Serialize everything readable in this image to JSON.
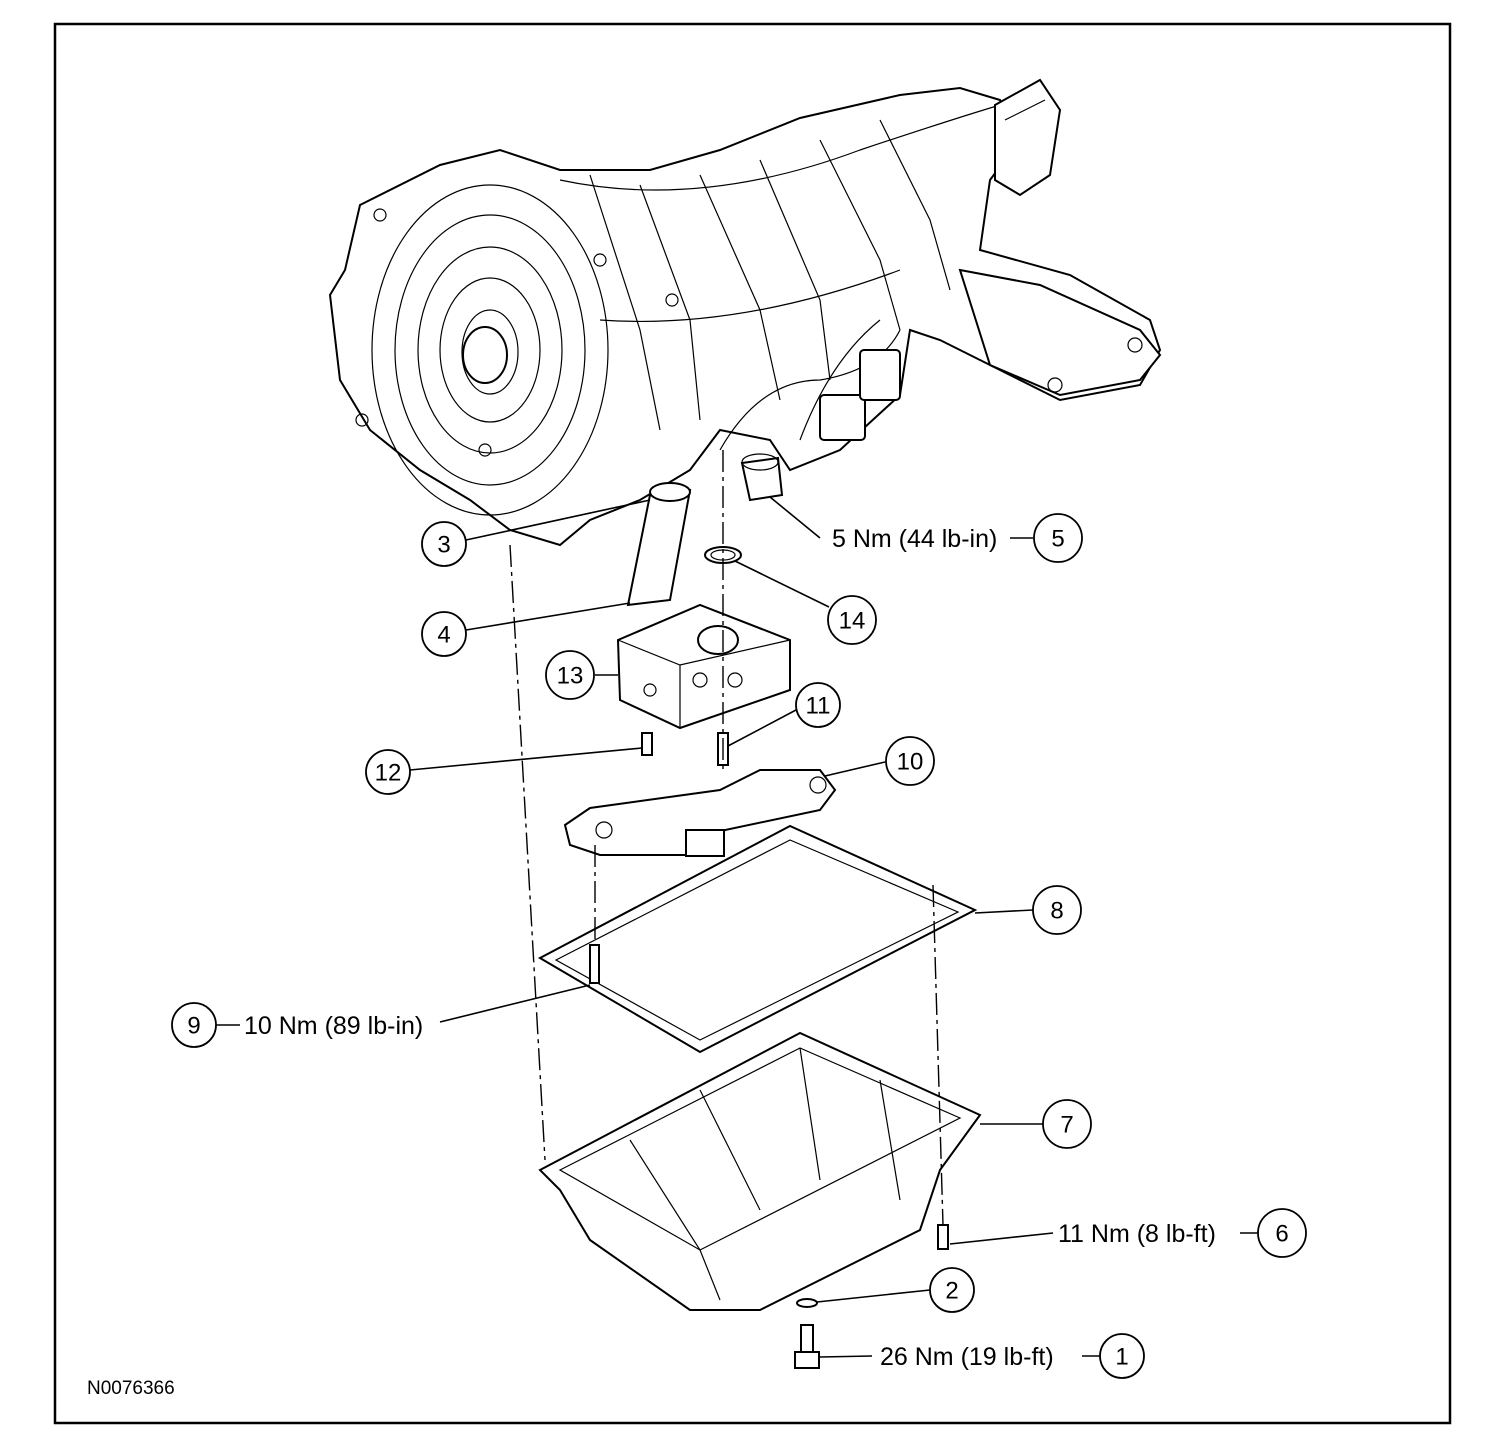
{
  "figure_code": "N0076366",
  "callouts": [
    {
      "num": "1",
      "torque": "26 Nm (19 lb-ft)"
    },
    {
      "num": "2",
      "torque": ""
    },
    {
      "num": "3",
      "torque": ""
    },
    {
      "num": "4",
      "torque": ""
    },
    {
      "num": "5",
      "torque": "5 Nm (44 lb-in)"
    },
    {
      "num": "6",
      "torque": "11 Nm (8 lb-ft)"
    },
    {
      "num": "7",
      "torque": ""
    },
    {
      "num": "8",
      "torque": ""
    },
    {
      "num": "9",
      "torque": "10 Nm (89 lb-in)"
    },
    {
      "num": "10",
      "torque": ""
    },
    {
      "num": "11",
      "torque": ""
    },
    {
      "num": "12",
      "torque": ""
    },
    {
      "num": "13",
      "torque": ""
    },
    {
      "num": "14",
      "torque": ""
    }
  ]
}
